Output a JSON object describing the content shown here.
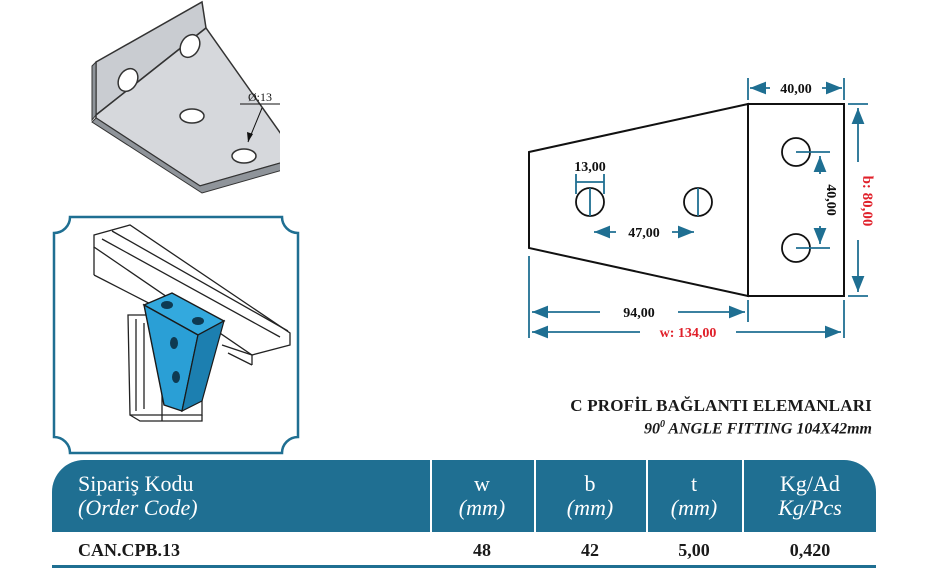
{
  "drawing": {
    "hole_callout": "Ø:13",
    "dim_40_top": "40,00",
    "dim_13": "13,00",
    "dim_47": "47,00",
    "dim_40_vert": "40,00",
    "dim_94": "94,00",
    "dim_w": "w: 134,00",
    "dim_b": "b: 80,00",
    "dim_red_color": "#e0202a",
    "dim_blue_color": "#1f6f92"
  },
  "titles": {
    "tr": "C PROFİL BAĞLANTI ELEMANLARI",
    "en_prefix": "90",
    "en_degree": "0",
    "en_suffix": " ANGLE FITTING 104X42mm"
  },
  "table": {
    "header": {
      "order_code_tr": "Sipariş Kodu",
      "order_code_en": "(Order Code)",
      "w": "w",
      "w_unit": "(mm)",
      "b": "b",
      "b_unit": "(mm)",
      "t": "t",
      "t_unit": "(mm)",
      "kg_tr": "Kg/Ad",
      "kg_en": "Kg/Pcs"
    },
    "row": {
      "code": "CAN.CPB.13",
      "w": "48",
      "b": "42",
      "t": "5,00",
      "kg": "0,420"
    },
    "header_color": "#1f6f92"
  }
}
